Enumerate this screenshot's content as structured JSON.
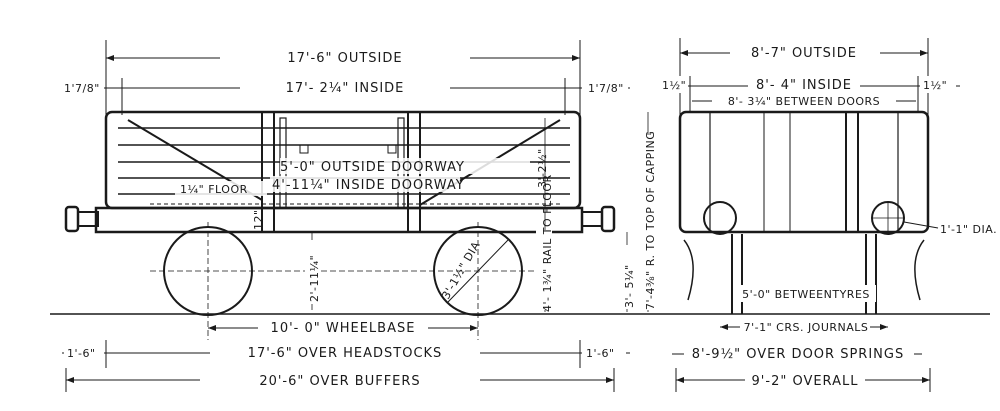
{
  "side_view": {
    "outside_length": "17'-6\" OUTSIDE",
    "inside_length": "17'- 2¼\" INSIDE",
    "end_left": "1'7/8\"",
    "end_right": "1'7/8\"",
    "doorway_outside": "5'-0\" OUTSIDE  DOORWAY",
    "doorway_inside": "4'-11¼\" INSIDE DOORWAY",
    "floor": "1¼\" FLOOR",
    "wheel_dia": "3'-1½\" DIA",
    "height_to_floor": "2'-11¼\"",
    "side_height": "3'-2½\"",
    "twelve": "12\"",
    "rail_to_floor": "4'- 1¾\" RAIL TO FLOOR",
    "rail_height": "3'- 5¼\"",
    "to_top_of_capping": "7'-4⅜\" R.  TO TOP OF CAPPING",
    "wheelbase": "10'- 0\"  WHEELBASE",
    "over_headstocks": "17'-6\" OVER HEADSTOCKS",
    "overhang_left": "1'-6\"",
    "overhang_right": "1'-6\"",
    "over_buffers": "20'-6\" OVER BUFFERS"
  },
  "end_view": {
    "outside_width": "8'-7\" OUTSIDE",
    "inside_width": "8'- 4\" INSIDE",
    "between_doors": "8'- 3¼\" BETWEEN DOORS",
    "end_left": "1½\"",
    "end_right": "1½\"",
    "journal_dia": "1'-1\" DIA.",
    "between_tyres": "5'-0\" BETWEENTYRES",
    "crs_journals": "7'-1\" CRS. JOURNALS",
    "over_door_springs": "8'-9½\" OVER DOOR SPRINGS",
    "overall": "9'-2\" OVERALL"
  }
}
